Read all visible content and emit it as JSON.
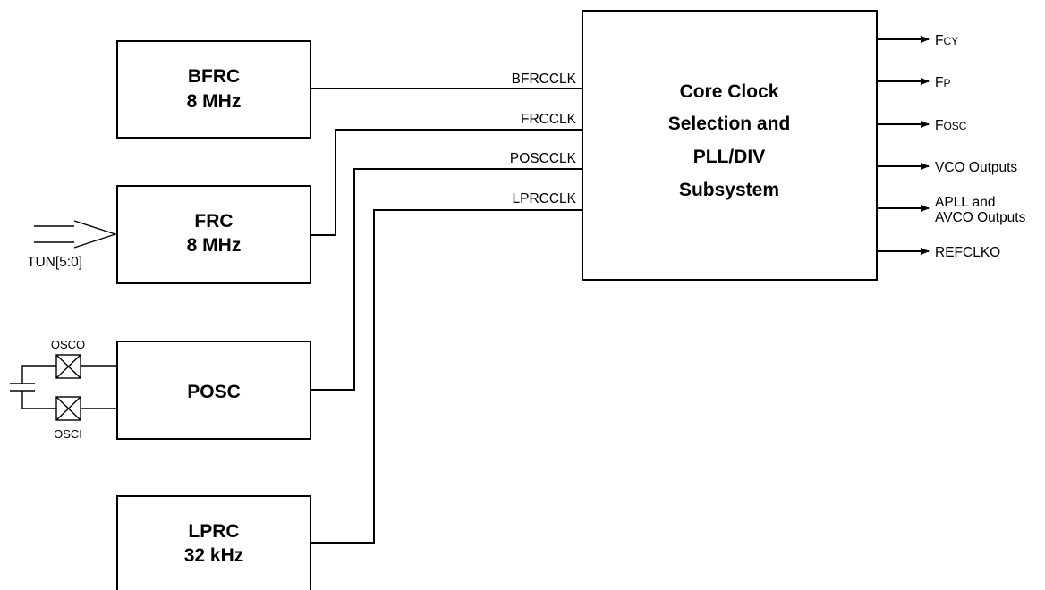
{
  "blocks": {
    "bfrc": {
      "line1": "BFRC",
      "line2": "8 MHz"
    },
    "frc": {
      "line1": "FRC",
      "line2": "8 MHz"
    },
    "posc": {
      "line1": "POSC"
    },
    "lprc": {
      "line1": "LPRC",
      "line2": "32 kHz"
    },
    "core": {
      "line1": "Core Clock",
      "line2": "Selection and",
      "line3": "PLL/DIV",
      "line4": "Subsystem"
    }
  },
  "signals": {
    "bfrcclk": "BFRCCLK",
    "frcclk": "FRCCLK",
    "poscclk": "POSCCLK",
    "lprcclk": "LPRCCLK"
  },
  "inputs": {
    "tun": "TUN[5:0]",
    "osco": "OSCO",
    "osci": "OSCI"
  },
  "outputs": {
    "fcy": {
      "main": "F",
      "sub": "CY"
    },
    "fp": {
      "main": "F",
      "sub": "P"
    },
    "fosc": {
      "main": "F",
      "sub": "OSC"
    },
    "vco": "VCO Outputs",
    "apll_line1": "APLL and",
    "apll_line2": "AVCO Outputs",
    "refclko": "REFCLKO"
  }
}
